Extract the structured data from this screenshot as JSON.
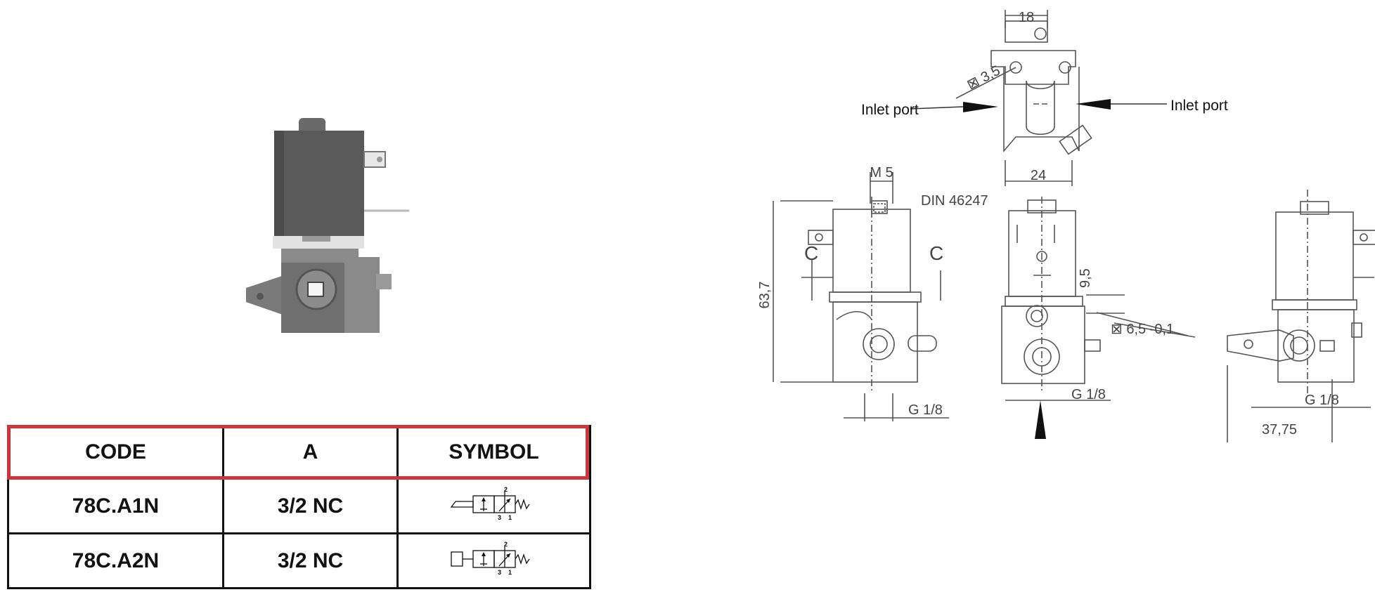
{
  "table": {
    "headers": [
      "CODE",
      "A",
      "SYMBOL"
    ],
    "rows": [
      {
        "code": "78C.A1N",
        "a": "3/2 NC",
        "symbol": "3/2 NC valve symbol (lever actuated, spring return)"
      },
      {
        "code": "78C.A2N",
        "a": "3/2 NC",
        "symbol": "3/2 NC valve symbol (solenoid actuated, spring return)"
      }
    ],
    "header_border_color": "#c8373c"
  },
  "symbol_ports": {
    "top": "2",
    "left": "3",
    "right": "1"
  },
  "drawing": {
    "dimensions": {
      "top_width": "18",
      "orifice": "⊠ 3,5",
      "body_width": "24",
      "thread": "M 5",
      "connector": "DIN 46247",
      "height": "63,7",
      "section_left": "C",
      "section_right": "C",
      "offset": "9,5",
      "square": "⊠ 6,5 -0,1",
      "port_thread_1": "G 1/8",
      "port_thread_2": "G 1/8",
      "port_thread_3": "G 1/8",
      "spacing": "37,75"
    },
    "labels": {
      "inlet_left": "Inlet port",
      "inlet_right": "Inlet port"
    }
  },
  "colors": {
    "accent": "#c8373c",
    "photo_gray": "#5a5a5a",
    "line": "#555555"
  }
}
